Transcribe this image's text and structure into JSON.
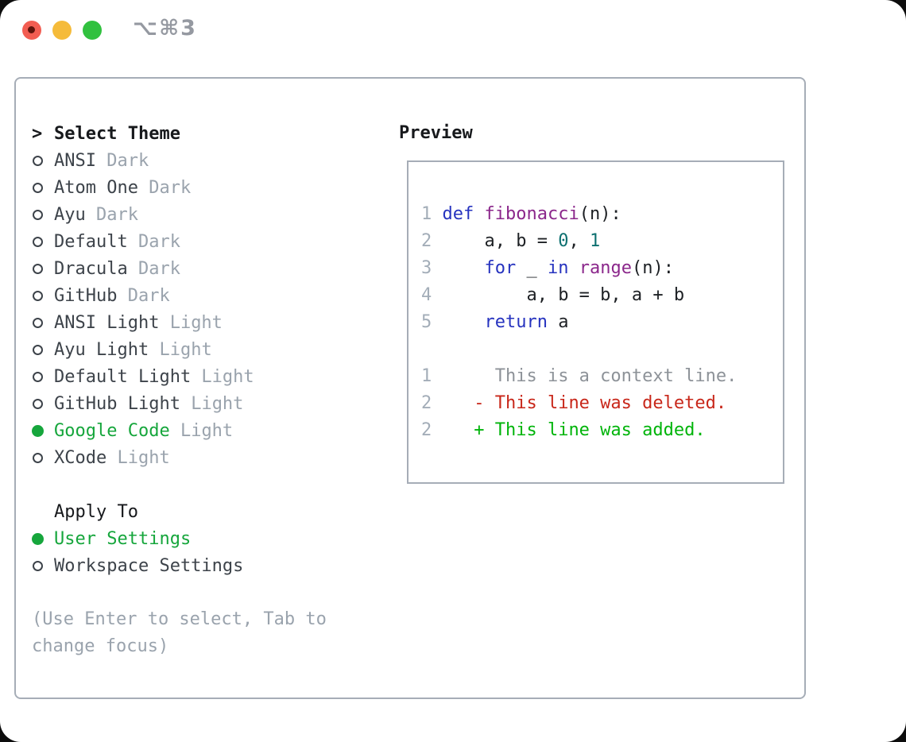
{
  "window": {
    "title": "⌥⌘3",
    "traffic_lights": [
      {
        "name": "close",
        "color": "#f25d52"
      },
      {
        "name": "minimize",
        "color": "#f5bb3a"
      },
      {
        "name": "zoom",
        "color": "#31c13f"
      }
    ]
  },
  "theme_panel": {
    "heading": {
      "prefix": ">",
      "label": "Select Theme"
    },
    "items": [
      {
        "name": "ANSI",
        "tag": "Dark",
        "selected": false
      },
      {
        "name": "Atom One",
        "tag": "Dark",
        "selected": false
      },
      {
        "name": "Ayu",
        "tag": "Dark",
        "selected": false
      },
      {
        "name": "Default",
        "tag": "Dark",
        "selected": false
      },
      {
        "name": "Dracula",
        "tag": "Dark",
        "selected": false
      },
      {
        "name": "GitHub",
        "tag": "Dark",
        "selected": false
      },
      {
        "name": "ANSI Light",
        "tag": "Light",
        "selected": false
      },
      {
        "name": "Ayu Light",
        "tag": "Light",
        "selected": false
      },
      {
        "name": "Default Light",
        "tag": "Light",
        "selected": false
      },
      {
        "name": "GitHub Light",
        "tag": "Light",
        "selected": false
      },
      {
        "name": "Google Code",
        "tag": "Light",
        "selected": true
      },
      {
        "name": "XCode",
        "tag": "Light",
        "selected": false
      }
    ],
    "apply_to": {
      "heading": "Apply To",
      "options": [
        {
          "label": "User Settings",
          "selected": true
        },
        {
          "label": "Workspace Settings",
          "selected": false
        }
      ]
    },
    "hint_lines": [
      "(Use Enter to select, Tab to",
      "change focus)"
    ]
  },
  "preview": {
    "heading": "Preview",
    "lines": [
      {
        "num": "1",
        "tokens": [
          [
            "kw",
            "def"
          ],
          [
            "pl",
            " "
          ],
          [
            "fn",
            "fibonacci"
          ],
          [
            "pl",
            "(n):"
          ]
        ]
      },
      {
        "num": "2",
        "tokens": [
          [
            "pl",
            "    a, b = "
          ],
          [
            "num",
            "0"
          ],
          [
            "pl",
            ", "
          ],
          [
            "num",
            "1"
          ]
        ]
      },
      {
        "num": "3",
        "tokens": [
          [
            "pl",
            "    "
          ],
          [
            "kw",
            "for"
          ],
          [
            "pl",
            " _ "
          ],
          [
            "kw",
            "in"
          ],
          [
            "pl",
            " "
          ],
          [
            "fn",
            "range"
          ],
          [
            "pl",
            "(n):"
          ]
        ]
      },
      {
        "num": "4",
        "tokens": [
          [
            "pl",
            "        a, b = b, a + b"
          ]
        ]
      },
      {
        "num": "5",
        "tokens": [
          [
            "pl",
            "    "
          ],
          [
            "kw",
            "return"
          ],
          [
            "pl",
            " a"
          ]
        ]
      },
      {
        "num": "",
        "tokens": []
      },
      {
        "num": "1",
        "tokens": [
          [
            "ctx",
            "     This is a context line."
          ]
        ]
      },
      {
        "num": "2",
        "tokens": [
          [
            "del",
            "   - This line was deleted."
          ]
        ]
      },
      {
        "num": "2",
        "tokens": [
          [
            "add",
            "   + This line was added."
          ]
        ]
      }
    ]
  },
  "colors": {
    "accent_green": "#16a63c",
    "list_text": "#3d434a",
    "muted_text": "#9aa3ad",
    "panel_border": "#a6adb7",
    "syntax_keyword": "#2633bf",
    "syntax_function": "#8b278b",
    "syntax_number": "#0d7070",
    "diff_context": "#8d9298",
    "diff_deleted": "#c8271a",
    "diff_added": "#00b40a",
    "line_number": "#a3adb8"
  }
}
